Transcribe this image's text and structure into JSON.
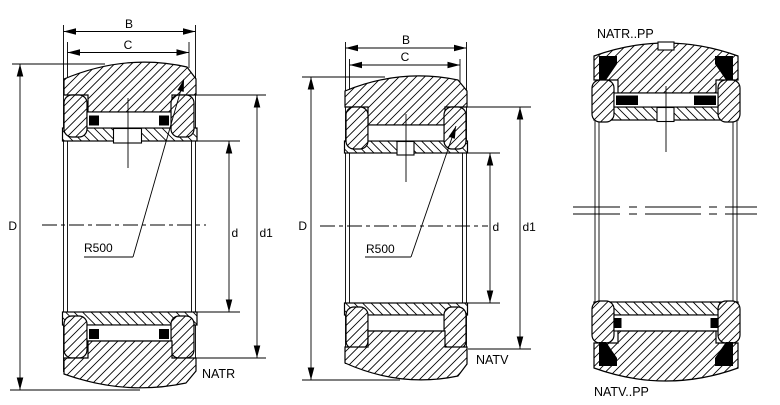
{
  "drawing": {
    "background": "#ffffff",
    "line_color": "#000000",
    "views": {
      "natr": {
        "label": "NATR",
        "dim_B": "B",
        "dim_C": "C",
        "dim_D": "D",
        "dim_d": "d",
        "dim_d1": "d1",
        "crown_radius": "R500"
      },
      "natv": {
        "label": "NATV",
        "dim_B": "B",
        "dim_C": "C",
        "dim_D": "D",
        "dim_d": "d",
        "dim_d1": "d1",
        "crown_radius": "R500"
      },
      "sealed": {
        "label_top": "NATR..PP",
        "label_bottom": "NATV..PP"
      }
    }
  }
}
